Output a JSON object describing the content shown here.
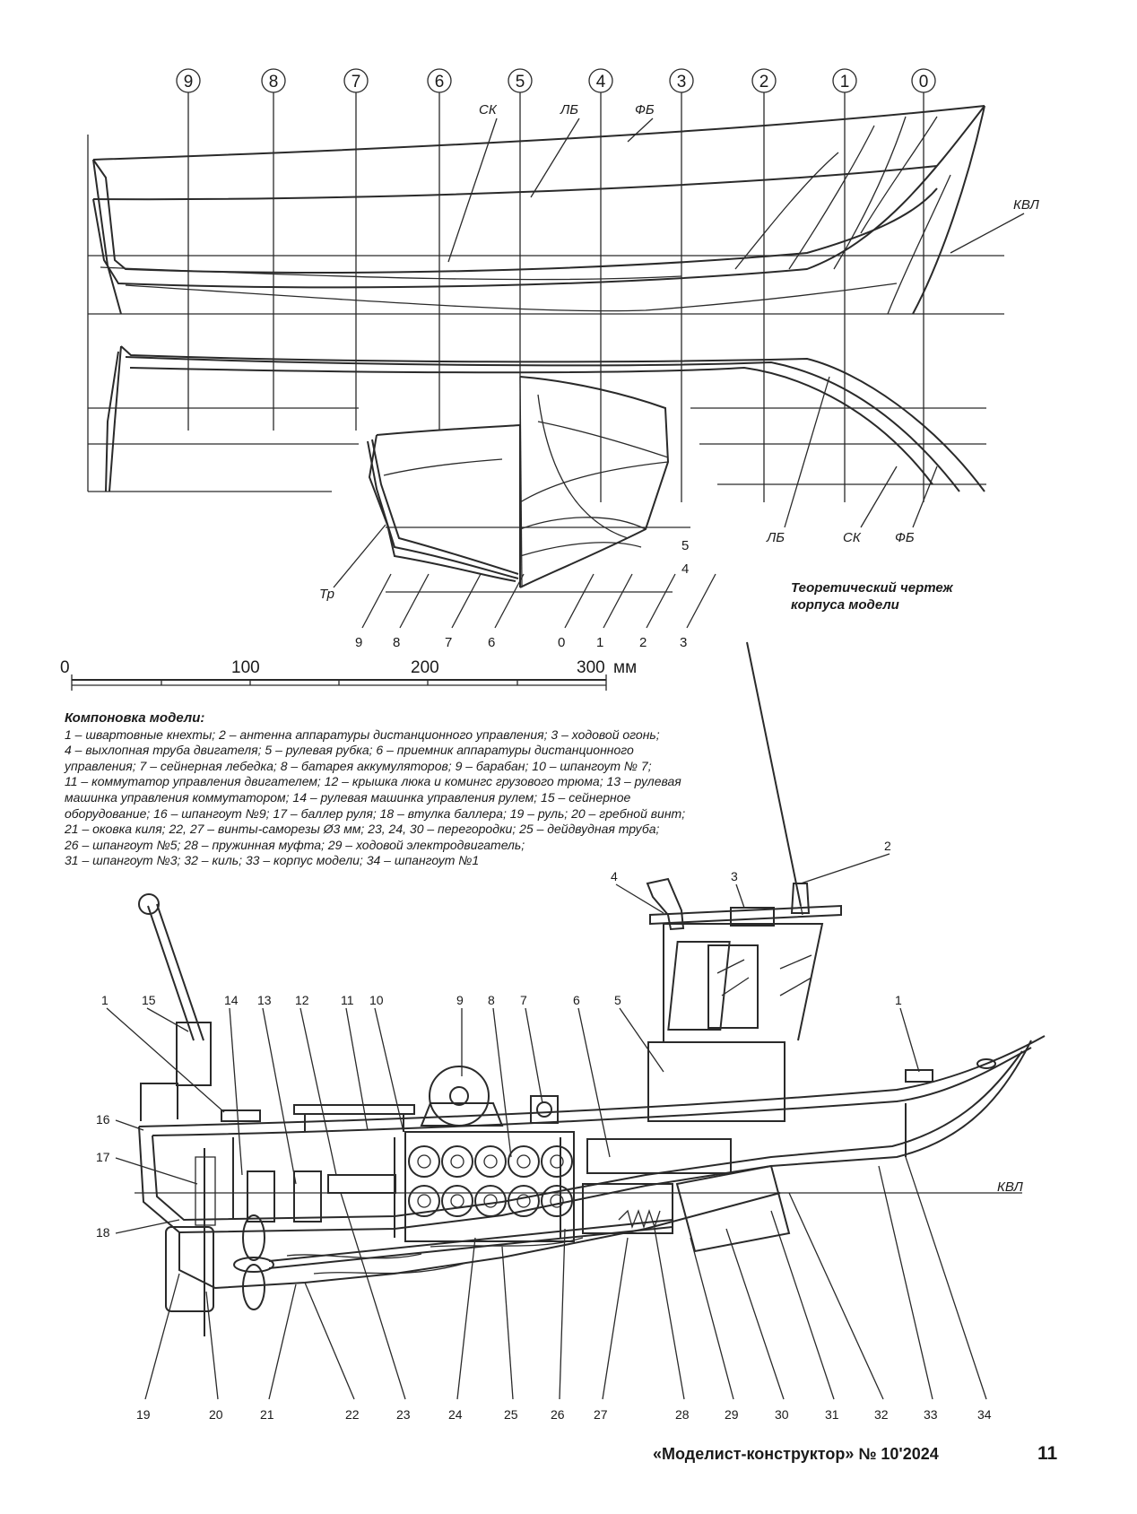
{
  "theoretical_drawing": {
    "station_markers": [
      "9",
      "8",
      "7",
      "6",
      "5",
      "4",
      "3",
      "2",
      "1",
      "0"
    ],
    "line_labels": {
      "sk": "СК",
      "lb": "ЛБ",
      "fb": "ФБ",
      "kvl": "КВЛ",
      "tr": "Тр"
    },
    "section_labels_bottom": [
      "9",
      "8",
      "7",
      "6",
      "0",
      "1",
      "2",
      "3"
    ],
    "section_labels_right": [
      "5",
      "4"
    ],
    "caption_line1": "Теоретический чертеж",
    "caption_line2": "корпуса модели"
  },
  "scale_bar": {
    "ticks": [
      "0",
      "100",
      "200",
      "300"
    ],
    "unit": "мм"
  },
  "legend": {
    "title": "Компоновка модели:",
    "lines": [
      "1 – швартовные кнехты; 2 – антенна аппаратуры дистанционного управления; 3 – ходовой огонь;",
      "4 – выхлопная труба двигателя; 5 – рулевая рубка; 6 – приемник аппаратуры дистанционного",
      "управления; 7 – сейнерная лебедка; 8 – батарея аккумуляторов; 9 – барабан; 10 – шпангоут № 7;",
      "11 – коммутатор управления двигателем; 12 – крышка люка и комингс грузового трюма; 13 – рулевая",
      "машинка управления коммутатором; 14 – рулевая машинка управления рулем; 15 – сейнерное",
      "оборудование; 16 – шпангоут №9; 17 – баллер руля; 18 – втулка баллера; 19 – руль; 20 – гребной винт;",
      "21 – оковка киля; 22, 27 – винты-саморезы Ø3 мм; 23, 24, 30 – перегородки; 25 – дейдвудная труба;",
      "26 – шпангоут №5; 28 – пружинная муфта; 29 – ходовой электродвигатель;",
      "31 – шпангоут №3; 32 – киль; 33 – корпус модели; 34 – шпангоут №1"
    ]
  },
  "layout_drawing": {
    "kvl_label": "КВЛ",
    "top_callouts": [
      "1",
      "15",
      "14",
      "13",
      "12",
      "11",
      "10",
      "9",
      "8",
      "7",
      "6",
      "5",
      "1"
    ],
    "upper_callouts": [
      "4",
      "3",
      "2"
    ],
    "left_callouts": [
      "16",
      "17",
      "18"
    ],
    "bottom_callouts": [
      "19",
      "20",
      "21",
      "22",
      "23",
      "24",
      "25",
      "26",
      "27",
      "28",
      "29",
      "30",
      "31",
      "32",
      "33",
      "34"
    ]
  },
  "footer": {
    "magazine": "«Моделист-конструктор» № 10'2024",
    "page_number": "11"
  }
}
